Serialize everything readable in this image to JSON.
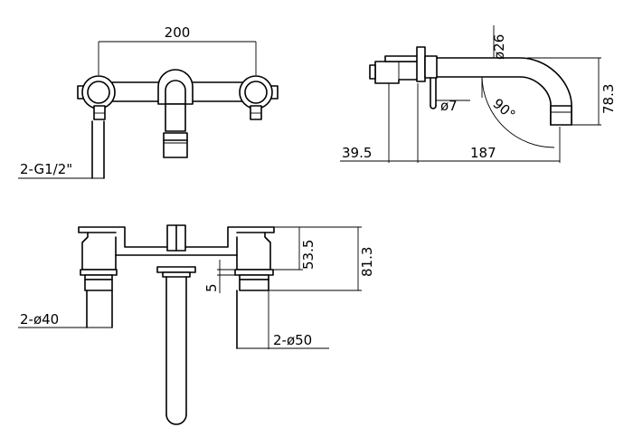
{
  "dimensions": {
    "front_spacing": "200",
    "thread": "2-G1/2\"",
    "spout_diameter": "ø26",
    "lever_diameter": "ø7",
    "bend_angle": "90°",
    "projection_height": "78.3",
    "plate_depth": "39.5",
    "spout_reach": "187",
    "height_upper": "53.5",
    "height_total": "81.3",
    "collar_gap": "5",
    "collar_diameter_small": "2-ø40",
    "collar_diameter_large": "2-ø50"
  }
}
